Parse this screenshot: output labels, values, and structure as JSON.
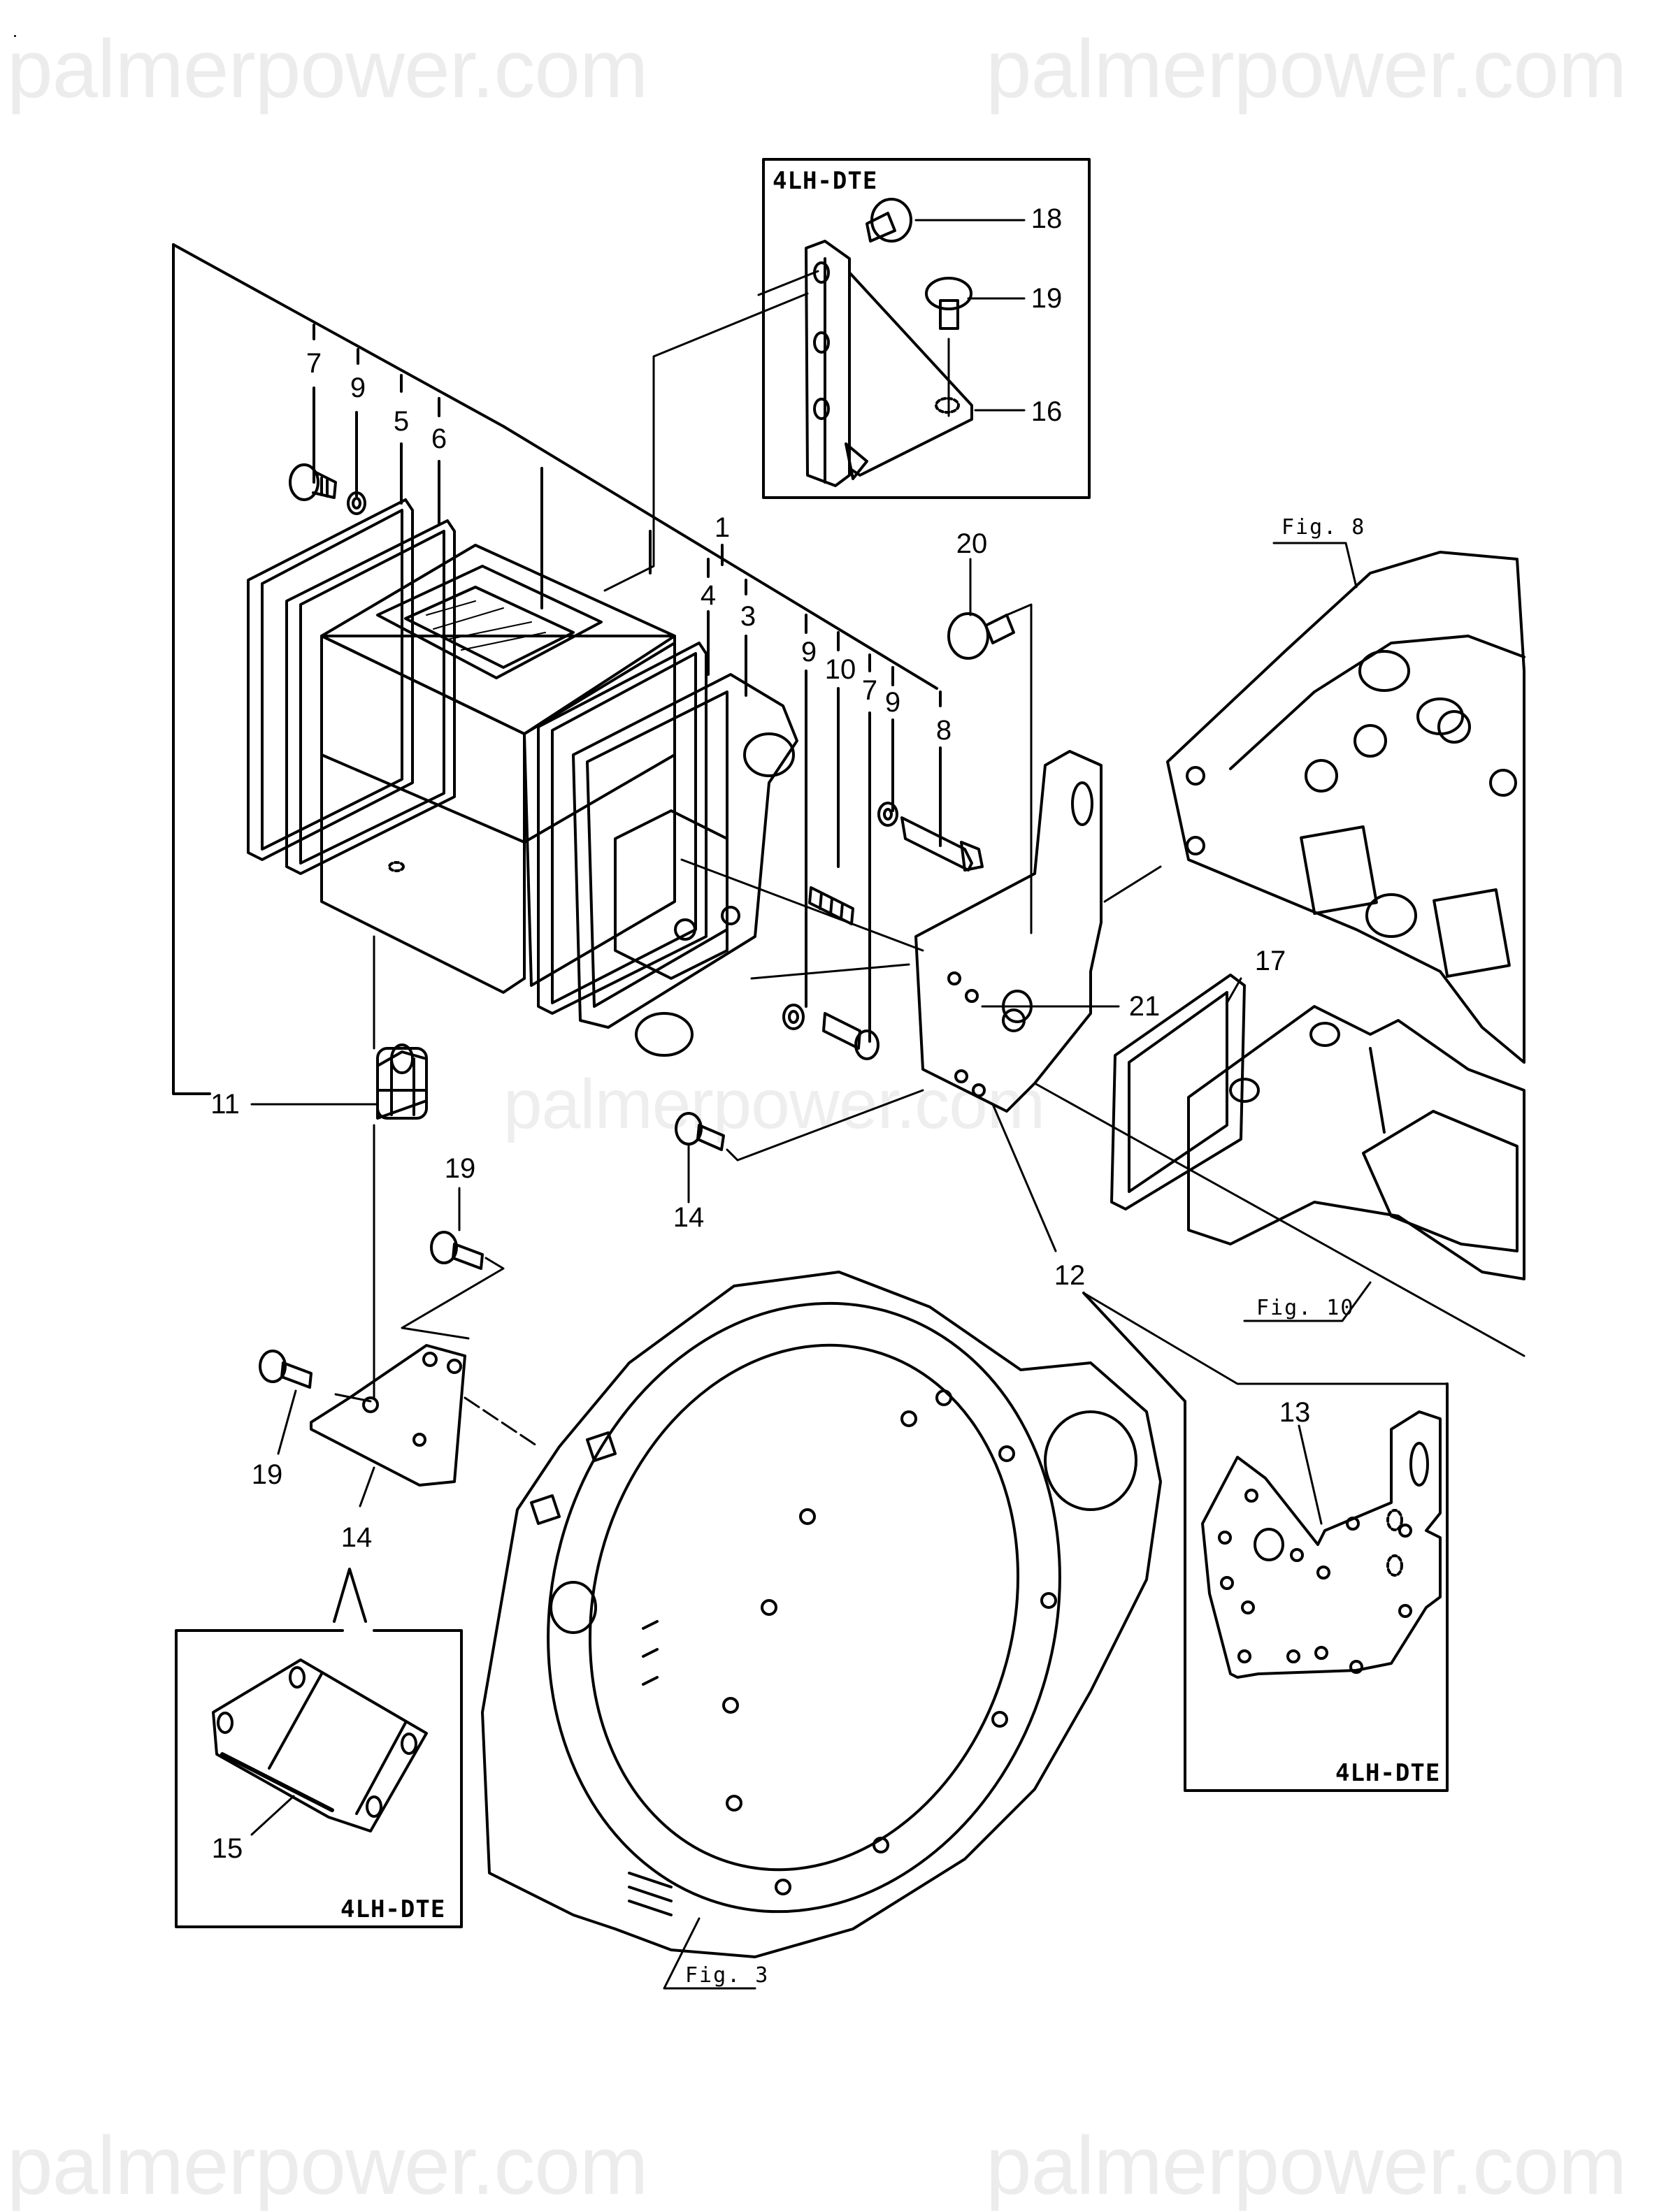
{
  "watermarks": {
    "top_left": "palmerpower.com",
    "top_right": "palmerpower.com",
    "center": "palmerpower.com",
    "bottom_left": "palmerpower.com",
    "bottom_right": "palmerpower.com"
  },
  "insets": {
    "top_bracket": {
      "title": "4LH-DTE",
      "part_labels": [
        "18",
        "19",
        "16"
      ]
    },
    "plate_13": {
      "title": "4LH-DTE",
      "part_labels": [
        "13"
      ]
    },
    "bracket_15": {
      "title": "4LH-DTE",
      "part_labels": [
        "15"
      ]
    }
  },
  "figure_references": {
    "fig8": "Fig. 8",
    "fig10": "Fig. 10",
    "fig3": "Fig. 3"
  },
  "callouts": {
    "c7a": "7",
    "c9a": "9",
    "c5": "5",
    "c6": "6",
    "c1": "1",
    "c4": "4",
    "c3": "3",
    "c9b": "9",
    "c10": "10",
    "c7b": "7",
    "c9c": "9",
    "c8": "8",
    "c20": "20",
    "c21": "21",
    "c17": "17",
    "c11": "11",
    "c14a": "14",
    "c19a": "19",
    "c19b": "19",
    "c14b": "14",
    "c12": "12"
  },
  "colors": {
    "line": "#000000",
    "watermark": "#ececec",
    "background": "#ffffff"
  }
}
